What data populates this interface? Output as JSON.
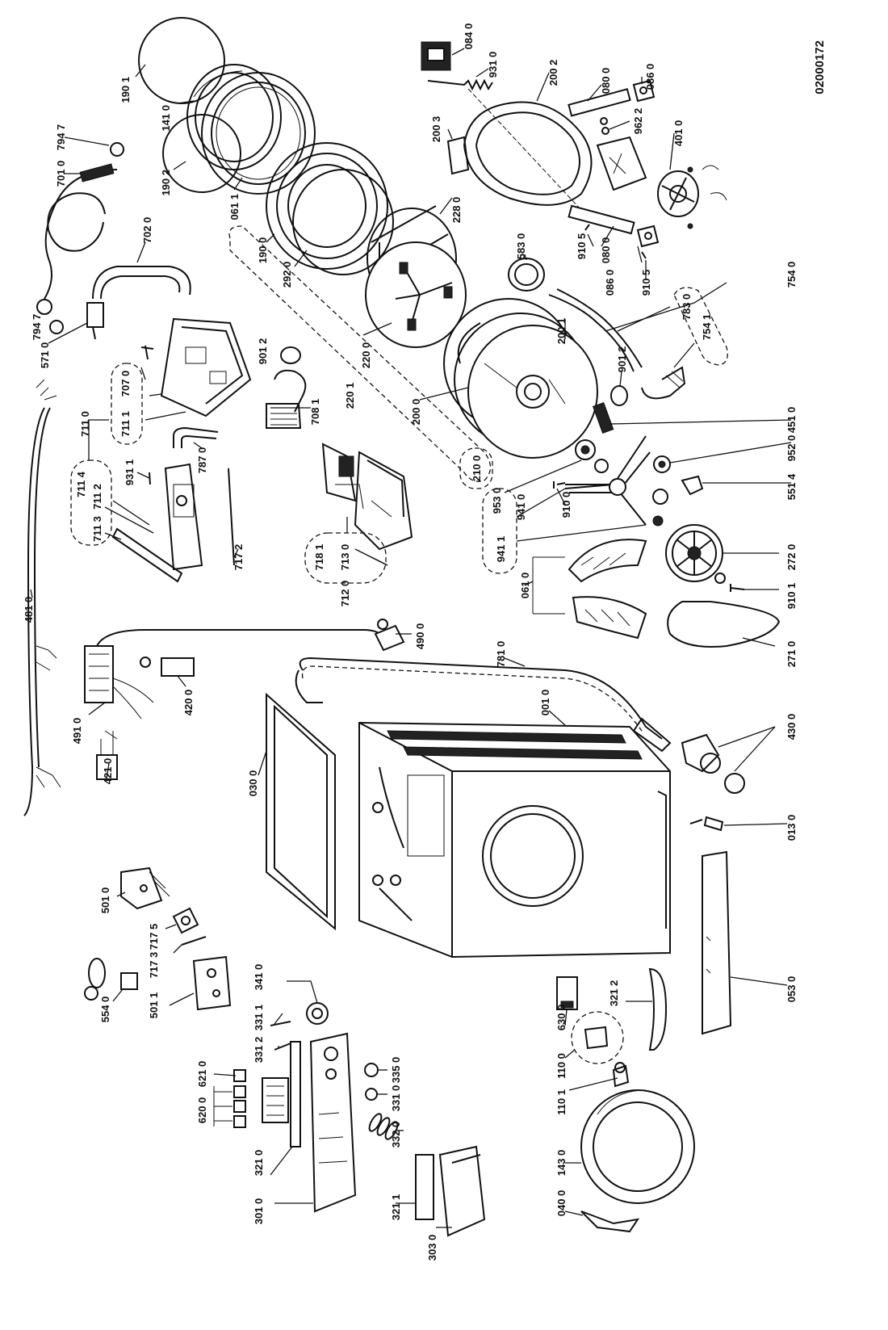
{
  "document_id": "02000172",
  "colors": {
    "ink": "#111111",
    "background": "#ffffff"
  },
  "part_labels": [
    "190 1",
    "141 0",
    "190 2",
    "061 1",
    "794 7",
    "701 0",
    "702 0",
    "794 7",
    "571 0",
    "190 0",
    "292 0",
    "228 0",
    "220 0",
    "220 1",
    "901 2",
    "708 1",
    "707 0",
    "711 1",
    "711 0",
    "200 0",
    "210 0",
    "084 0",
    "931 0",
    "200 2",
    "080 0",
    "086 0",
    "200 3",
    "962 2",
    "401 0",
    "910 5",
    "080 0",
    "086 0",
    "910 5",
    "583 0",
    "200 1",
    "754 0",
    "783 0",
    "754 1",
    "901 2",
    "451 0",
    "952 0",
    "551 4",
    "953 0",
    "941 0",
    "910 0",
    "941 1",
    "272 0",
    "910 1",
    "061 0",
    "271 0",
    "931 1",
    "711 4",
    "711 2",
    "711 3",
    "787 0",
    "717 2",
    "718 1",
    "713 0",
    "712 0",
    "481 0",
    "490 0",
    "781 0",
    "420 0",
    "491 0",
    "421 0",
    "001 0",
    "430 0",
    "030 0",
    "013 0",
    "053 0",
    "501 0",
    "717 5",
    "717 3",
    "554 0",
    "501 1",
    "341 0",
    "331 1",
    "331 2",
    "621 0",
    "620 0",
    "335 0",
    "331 0",
    "332 0",
    "321 0",
    "301 0",
    "321 1",
    "303 0",
    "630 0",
    "321 2",
    "110 0",
    "110 1",
    "143 0",
    "040 0"
  ]
}
